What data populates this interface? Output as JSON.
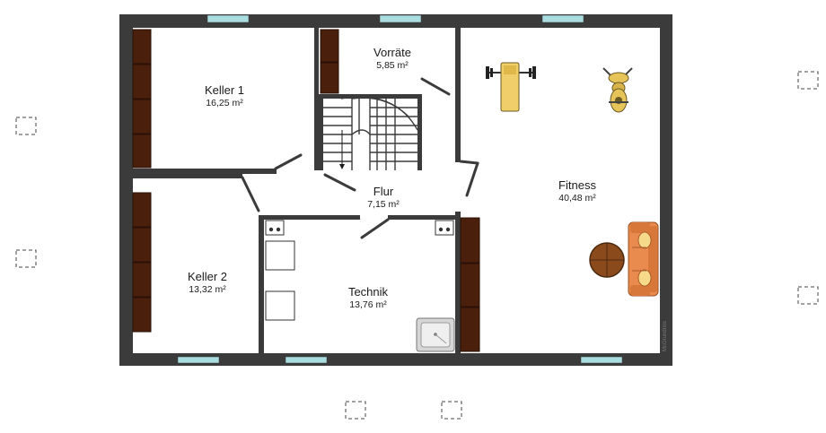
{
  "rooms": {
    "keller1": {
      "name": "Keller 1",
      "area": "16,25 m²"
    },
    "vorraete": {
      "name": "Vorräte",
      "area": "5,85 m²"
    },
    "fitness": {
      "name": "Fitness",
      "area": "40,48 m²"
    },
    "flur": {
      "name": "Flur",
      "area": "7,15 m²"
    },
    "keller2": {
      "name": "Keller 2",
      "area": "13,32 m²"
    },
    "technik": {
      "name": "Technik",
      "area": "13,76 m²"
    }
  },
  "watermark": "McGrundriss",
  "colors": {
    "wall": "#3b3b3b",
    "window": "#a9dde0",
    "shelf": "#4a1f0c",
    "sofa": "#e98b4e",
    "table": "#8a4a1c",
    "bench": "#f0cf6a",
    "equipment": "#e6c45a"
  },
  "icons": [
    "stair-icon",
    "bench-press-icon",
    "exercise-bike-icon",
    "sofa-icon",
    "round-table-icon",
    "sink-icon",
    "boiler-icon"
  ]
}
